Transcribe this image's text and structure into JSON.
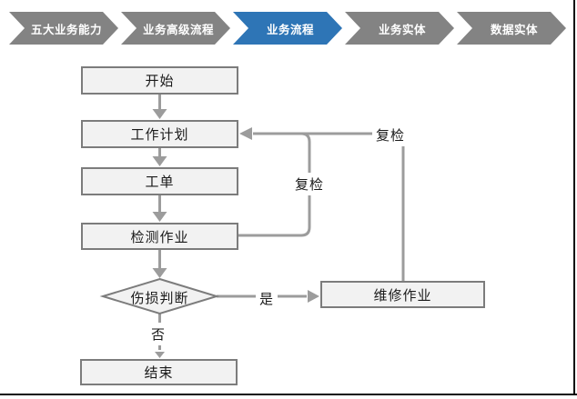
{
  "breadcrumb": {
    "items": [
      {
        "label": "五大业务能力",
        "active": false
      },
      {
        "label": "业务高级流程",
        "active": false
      },
      {
        "label": "业务流程",
        "active": true
      },
      {
        "label": "业务实体",
        "active": false
      },
      {
        "label": "数据实体",
        "active": false
      }
    ],
    "active_color": "#2E75B6",
    "inactive_color": "#838383"
  },
  "flowchart": {
    "nodes": [
      {
        "id": "start",
        "label": "开始",
        "type": "process"
      },
      {
        "id": "plan",
        "label": "工作计划",
        "type": "process"
      },
      {
        "id": "order",
        "label": "工单",
        "type": "process"
      },
      {
        "id": "inspect",
        "label": "检测作业",
        "type": "process"
      },
      {
        "id": "decision",
        "label": "伤损判断",
        "type": "decision"
      },
      {
        "id": "repair",
        "label": "维修作业",
        "type": "process"
      },
      {
        "id": "end",
        "label": "结束",
        "type": "process"
      }
    ],
    "edge_labels": {
      "yes": "是",
      "no": "否",
      "recheck_inspect": "复检",
      "recheck_repair": "复检"
    },
    "colors": {
      "node_fill": "#f2f2f2",
      "node_border": "#7c7c7c",
      "connector": "#9c9c9c",
      "text": "#1a1a1a",
      "frame": "#0a0a0a"
    }
  }
}
